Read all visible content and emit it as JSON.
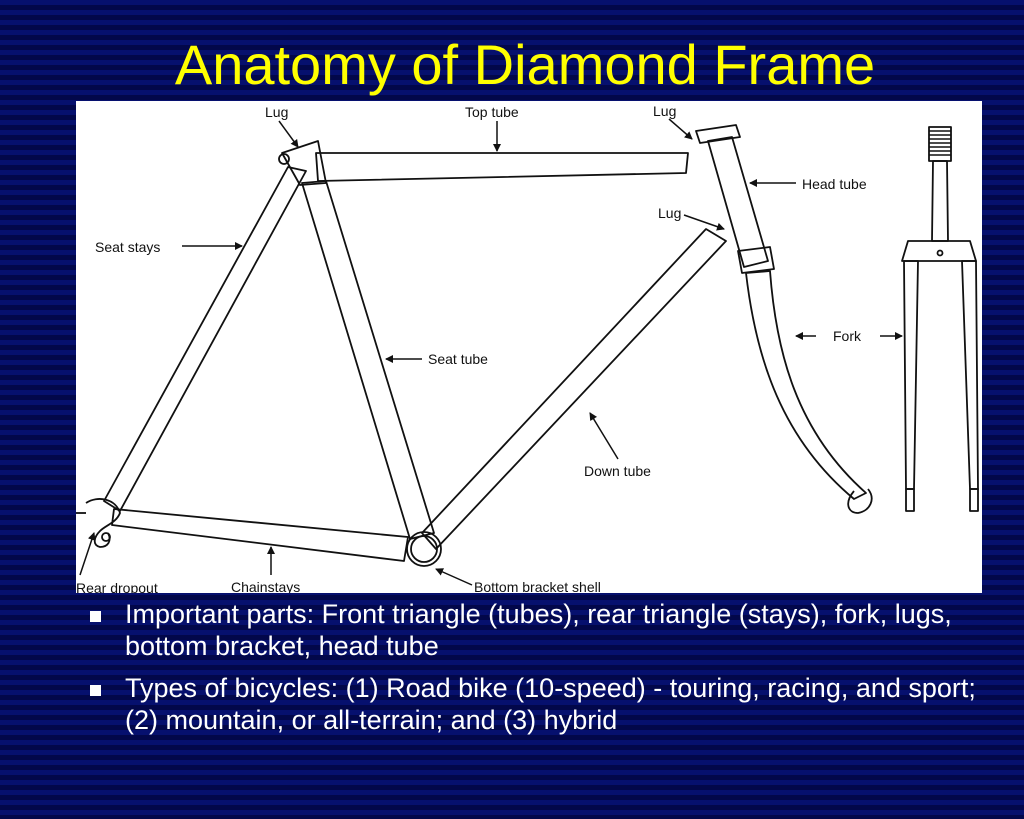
{
  "slide": {
    "title": "Anatomy of Diamond Frame"
  },
  "diagram": {
    "labels": {
      "lug_top_left": "Lug",
      "top_tube": "Top tube",
      "lug_top_right": "Lug",
      "head_tube": "Head tube",
      "lug_lower": "Lug",
      "seat_stays": "Seat stays",
      "seat_tube": "Seat tube",
      "fork": "Fork",
      "down_tube": "Down tube",
      "rear_dropout": "Rear dropout",
      "chainstays": "Chainstays",
      "bottom_bracket_shell": "Bottom bracket shell"
    }
  },
  "bullets": [
    {
      "text": "Important parts:  Front triangle (tubes), rear triangle (stays), fork, lugs, bottom bracket, head tube"
    },
    {
      "text": "Types of bicycles:  (1) Road bike (10-speed) - touring, racing, and sport; (2) mountain, or all-terrain; and (3) hybrid"
    }
  ],
  "colors": {
    "title": "#ffff00",
    "text": "#ffffff",
    "background": "#06106e",
    "figure_background": "#ffffff"
  }
}
